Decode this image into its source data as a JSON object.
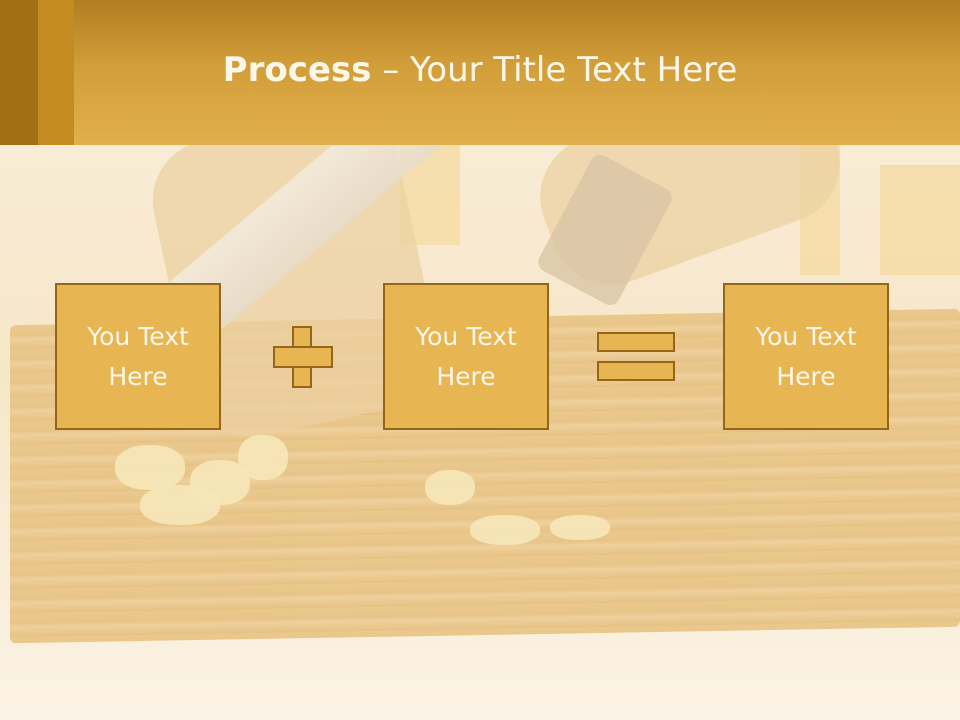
{
  "slide": {
    "title_bold": "Process",
    "title_sep": " – ",
    "title_rest": "Your Title Text Here"
  },
  "equation": {
    "box1": "You Text\nHere",
    "box2": "You Text\nHere",
    "box3": "You Text\nHere",
    "operator1": "plus-icon",
    "operator2": "equals-icon"
  },
  "colors": {
    "header": "#d19e39",
    "box_fill": "#e7b552",
    "box_border": "#94661c",
    "text": "#fdf7ea"
  }
}
